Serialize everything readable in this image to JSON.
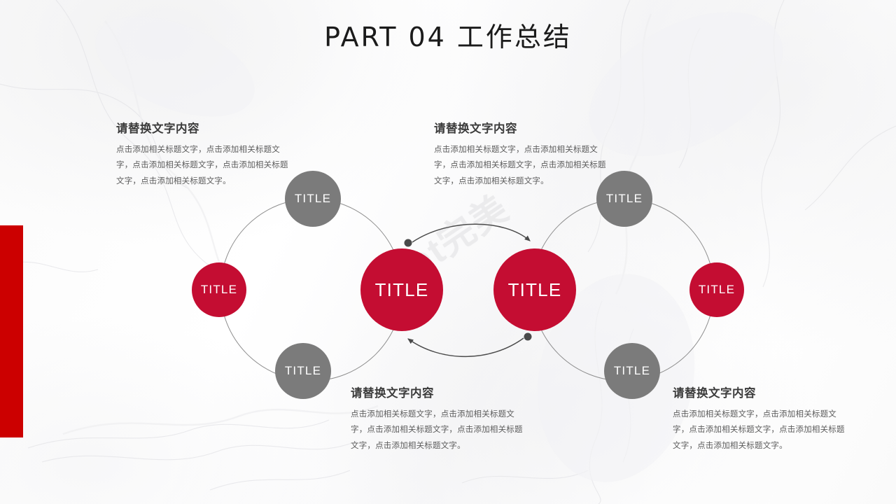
{
  "slide": {
    "title": "PART 04  工作总结",
    "watermark": "ppt完美",
    "accent_red": "#c40d32",
    "bar_red": "#cc0000",
    "node_gray": "#7b7b7b",
    "background": "marble-white"
  },
  "text_blocks": [
    {
      "id": "top-left",
      "heading": "请替换文字内容",
      "body": "点击添加相关标题文字，点击添加相关标题文字，点击添加相关标题文字，点击添加相关标题文字，点击添加相关标题文字。"
    },
    {
      "id": "top-right",
      "heading": "请替换文字内容",
      "body": "点击添加相关标题文字，点击添加相关标题文字，点击添加相关标题文字，点击添加相关标题文字，点击添加相关标题文字。"
    },
    {
      "id": "bottom-left",
      "heading": "请替换文字内容",
      "body": "点击添加相关标题文字，点击添加相关标题文字，点击添加相关标题文字，点击添加相关标题文字，点击添加相关标题文字。"
    },
    {
      "id": "bottom-right",
      "heading": "请替换文字内容",
      "body": "点击添加相关标题文字，点击添加相关标题文字，点击添加相关标题文字，点击添加相关标题文字，点击添加相关标题文字。"
    }
  ],
  "nodes": [
    {
      "id": "left-ring-top",
      "label": "TITLE",
      "color": "gray",
      "size": "mid"
    },
    {
      "id": "left-ring-bottom",
      "label": "TITLE",
      "color": "gray",
      "size": "mid"
    },
    {
      "id": "left-ring-left",
      "label": "TITLE",
      "color": "red",
      "size": "small"
    },
    {
      "id": "left-ring-right",
      "label": "TITLE",
      "color": "red",
      "size": "big"
    },
    {
      "id": "right-ring-top",
      "label": "TITLE",
      "color": "gray",
      "size": "mid"
    },
    {
      "id": "right-ring-bottom",
      "label": "TITLE",
      "color": "gray",
      "size": "mid"
    },
    {
      "id": "right-ring-left",
      "label": "TITLE",
      "color": "red",
      "size": "big"
    },
    {
      "id": "right-ring-right",
      "label": "TITLE",
      "color": "red",
      "size": "small"
    }
  ],
  "connectors": [
    {
      "id": "arrow-top",
      "direction": "left-to-right"
    },
    {
      "id": "arrow-bottom",
      "direction": "right-to-left"
    }
  ]
}
